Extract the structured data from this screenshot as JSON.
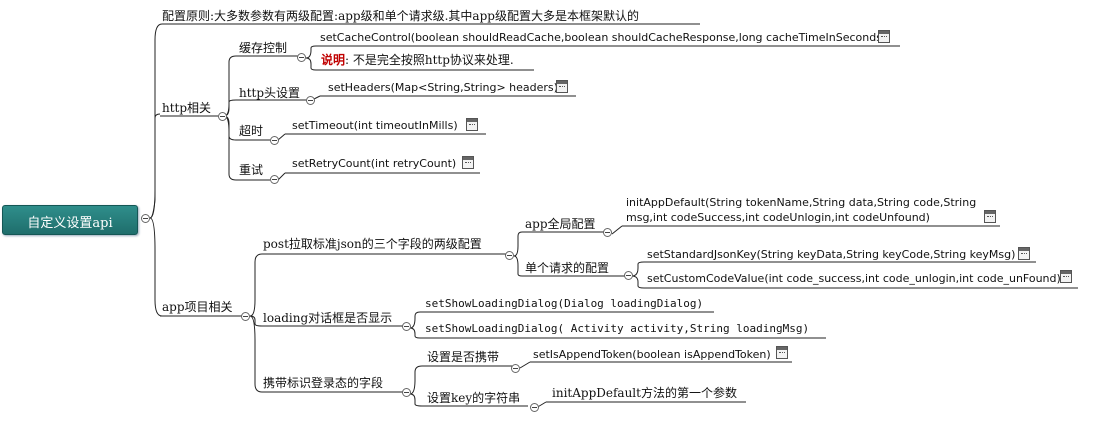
{
  "root": "自定义设置api",
  "principle": "配置原则:大多数参数有两级配置:app级和单个请求级.其中app级配置大多是本框架默认的",
  "http": {
    "label": "http相关",
    "cache": {
      "label": "缓存控制",
      "method": "setCacheControl(boolean shouldReadCache,boolean shouldCacheResponse,long cacheTimeInSeconds)",
      "note_label": "说明",
      "note_text": ": 不是完全按照http协议来处理."
    },
    "headers": {
      "label": "http头设置",
      "method": "setHeaders(Map<String,String> headers)"
    },
    "timeout": {
      "label": "超时",
      "method": "setTimeout(int timeoutInMills)"
    },
    "retry": {
      "label": "重试",
      "method": "setRetryCount(int retryCount)"
    }
  },
  "app": {
    "label": "app项目相关",
    "post": {
      "label": "post拉取标准json的三个字段的两级配置",
      "global": {
        "label": "app全局配置",
        "method_line1": "initAppDefault(String tokenName,String data,String code,String",
        "method_line2": "msg,int codeSuccess,int codeUnlogin,int codeUnfound)"
      },
      "single": {
        "label": "单个请求的配置",
        "method1": "setStandardJsonKey(String keyData,String keyCode,String keyMsg)",
        "method2": "setCustomCodeValue(int code_success,int code_unlogin,int code_unFound)"
      }
    },
    "loading": {
      "label": "loading对话框是否显示",
      "method1": "setShowLoadingDialog(Dialog loadingDialog)",
      "method2": "setShowLoadingDialog( Activity activity,String loadingMsg)"
    },
    "token": {
      "label": "携带标识登录态的字段",
      "carry": {
        "label": "设置是否携带",
        "method": "setIsAppendToken(boolean isAppendToken)"
      },
      "key": {
        "label": "设置key的字符串",
        "method": "initAppDefault方法的第一个参数"
      }
    }
  }
}
